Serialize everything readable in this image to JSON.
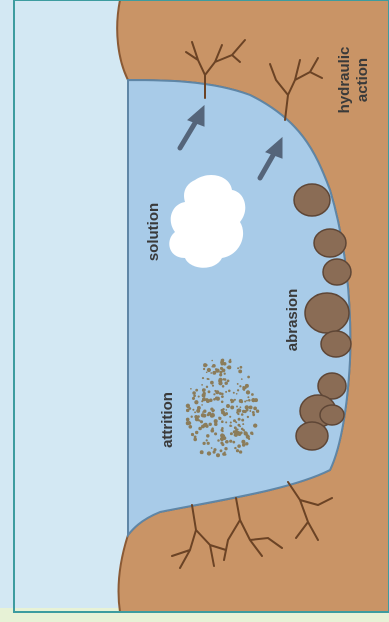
{
  "labels": {
    "hydraulic_line1": "hydraulic",
    "hydraulic_line2": "action",
    "solution": "solution",
    "abrasion": "abrasion",
    "attrition": "attrition"
  },
  "colors": {
    "sky": "#d3e8f3",
    "frame": "#3d9c9f",
    "water": "#a8cbe8",
    "water_edge": "#5f86a6",
    "bank": "#c99466",
    "bank_edge": "#8a5a35",
    "crack": "#6b4325",
    "rock": "#8a6c55",
    "rock_edge": "#5e4636",
    "arrow": "#55657a",
    "solution_blob": "#ffffff",
    "attrition_grains": "#8b7c5a"
  },
  "icons": {
    "cracks": "crack-lines",
    "arrows": "pressure-arrow",
    "solution": "dissolved-cloud",
    "abrasion": "boulder-stack",
    "attrition": "sediment-grains"
  }
}
